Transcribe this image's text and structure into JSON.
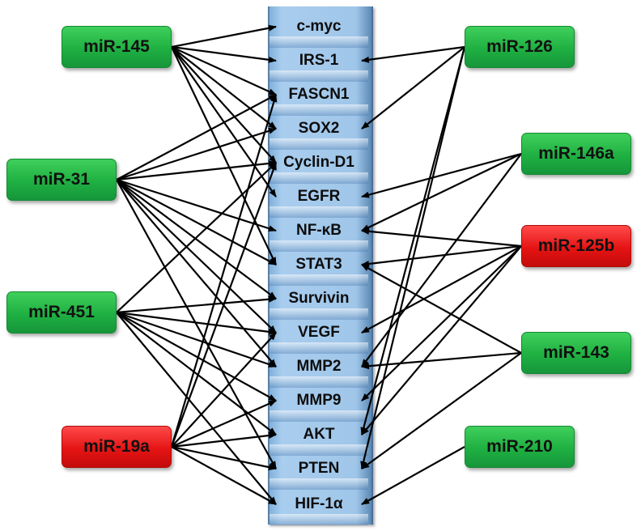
{
  "genes": [
    {
      "id": "c-myc",
      "label": "c-myc"
    },
    {
      "id": "IRS-1",
      "label": "IRS-1"
    },
    {
      "id": "FASCN1",
      "label": "FASCN1"
    },
    {
      "id": "SOX2",
      "label": "SOX2"
    },
    {
      "id": "Cyclin-D1",
      "label": "Cyclin-D1"
    },
    {
      "id": "EGFR",
      "label": "EGFR"
    },
    {
      "id": "NF-kB",
      "label": "NF-κB"
    },
    {
      "id": "STAT3",
      "label": "STAT3"
    },
    {
      "id": "Survivin",
      "label": "Survivin"
    },
    {
      "id": "VEGF",
      "label": "VEGF"
    },
    {
      "id": "MMP2",
      "label": "MMP2"
    },
    {
      "id": "MMP9",
      "label": "MMP9"
    },
    {
      "id": "AKT",
      "label": "AKT"
    },
    {
      "id": "PTEN",
      "label": "PTEN"
    },
    {
      "id": "HIF-1a",
      "label": "HIF-1α"
    }
  ],
  "mirnas": [
    {
      "id": "miR-145",
      "label": "miR-145",
      "side": "left",
      "color": "green"
    },
    {
      "id": "miR-31",
      "label": "miR-31",
      "side": "left",
      "color": "green"
    },
    {
      "id": "miR-451",
      "label": "miR-451",
      "side": "left",
      "color": "green"
    },
    {
      "id": "miR-19a",
      "label": "miR-19a",
      "side": "left",
      "color": "red"
    },
    {
      "id": "miR-126",
      "label": "miR-126",
      "side": "right",
      "color": "green"
    },
    {
      "id": "miR-146a",
      "label": "miR-146a",
      "side": "right",
      "color": "green"
    },
    {
      "id": "miR-125b",
      "label": "miR-125b",
      "side": "right",
      "color": "red"
    },
    {
      "id": "miR-143",
      "label": "miR-143",
      "side": "right",
      "color": "green"
    },
    {
      "id": "miR-210",
      "label": "miR-210",
      "side": "right",
      "color": "green"
    }
  ],
  "colors": {
    "green": "#1fb042",
    "red": "#e51414",
    "column": "#9fc6e9",
    "arrow": "#000000"
  },
  "edges": [
    {
      "from": "miR-145",
      "to": "c-myc"
    },
    {
      "from": "miR-145",
      "to": "IRS-1"
    },
    {
      "from": "miR-145",
      "to": "FASCN1"
    },
    {
      "from": "miR-145",
      "to": "SOX2"
    },
    {
      "from": "miR-145",
      "to": "Cyclin-D1"
    },
    {
      "from": "miR-145",
      "to": "EGFR"
    },
    {
      "from": "miR-145",
      "to": "STAT3"
    },
    {
      "from": "miR-31",
      "to": "FASCN1"
    },
    {
      "from": "miR-31",
      "to": "SOX2"
    },
    {
      "from": "miR-31",
      "to": "Cyclin-D1"
    },
    {
      "from": "miR-31",
      "to": "NF-kB"
    },
    {
      "from": "miR-31",
      "to": "STAT3"
    },
    {
      "from": "miR-31",
      "to": "Survivin"
    },
    {
      "from": "miR-31",
      "to": "VEGF"
    },
    {
      "from": "miR-31",
      "to": "MMP2"
    },
    {
      "from": "miR-31",
      "to": "PTEN"
    },
    {
      "from": "miR-451",
      "to": "Cyclin-D1"
    },
    {
      "from": "miR-451",
      "to": "Survivin"
    },
    {
      "from": "miR-451",
      "to": "VEGF"
    },
    {
      "from": "miR-451",
      "to": "MMP2"
    },
    {
      "from": "miR-451",
      "to": "MMP9"
    },
    {
      "from": "miR-451",
      "to": "AKT"
    },
    {
      "from": "miR-451",
      "to": "HIF-1a"
    },
    {
      "from": "miR-19a",
      "to": "FASCN1"
    },
    {
      "from": "miR-19a",
      "to": "Cyclin-D1"
    },
    {
      "from": "miR-19a",
      "to": "VEGF"
    },
    {
      "from": "miR-19a",
      "to": "MMP9"
    },
    {
      "from": "miR-19a",
      "to": "AKT"
    },
    {
      "from": "miR-19a",
      "to": "PTEN"
    },
    {
      "from": "miR-19a",
      "to": "HIF-1a"
    },
    {
      "from": "miR-126",
      "to": "IRS-1"
    },
    {
      "from": "miR-126",
      "to": "SOX2"
    },
    {
      "from": "miR-126",
      "to": "AKT"
    },
    {
      "from": "miR-126",
      "to": "PTEN"
    },
    {
      "from": "miR-146a",
      "to": "EGFR"
    },
    {
      "from": "miR-146a",
      "to": "NF-kB"
    },
    {
      "from": "miR-146a",
      "to": "MMP2"
    },
    {
      "from": "miR-125b",
      "to": "NF-kB"
    },
    {
      "from": "miR-125b",
      "to": "STAT3"
    },
    {
      "from": "miR-125b",
      "to": "VEGF"
    },
    {
      "from": "miR-125b",
      "to": "MMP9"
    },
    {
      "from": "miR-125b",
      "to": "AKT"
    },
    {
      "from": "miR-143",
      "to": "STAT3"
    },
    {
      "from": "miR-143",
      "to": "MMP2"
    },
    {
      "from": "miR-143",
      "to": "PTEN"
    },
    {
      "from": "miR-210",
      "to": "HIF-1a"
    }
  ]
}
